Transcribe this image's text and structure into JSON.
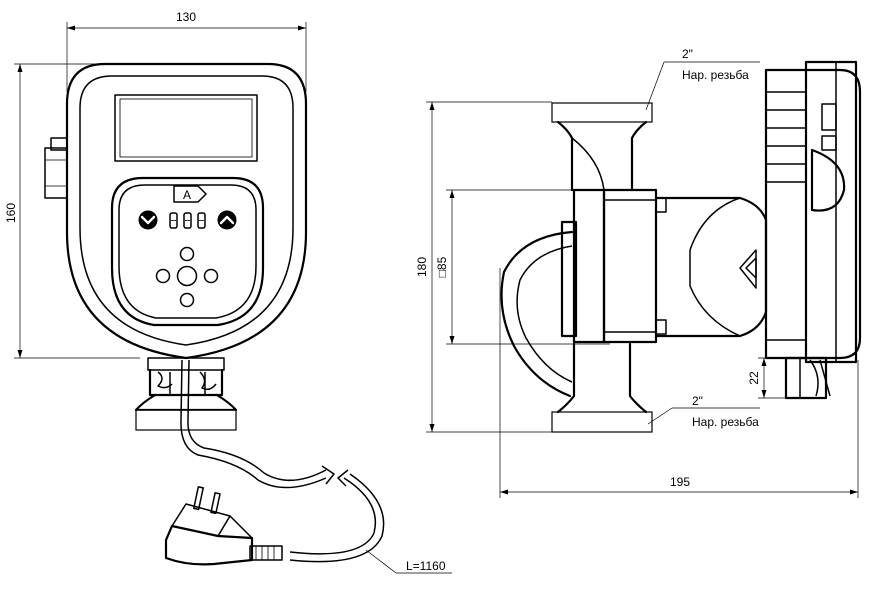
{
  "dimensions": {
    "front_width": "130",
    "front_height": "160",
    "side_height": "180",
    "flange_square": "□85",
    "side_depth": "195",
    "bracket": "22",
    "cable_length": "L=1160"
  },
  "callouts": {
    "top_thread": {
      "size": "2\"",
      "type": "Нар. резьба"
    },
    "bottom_thread": {
      "size": "2\"",
      "type": "Нар. резьба"
    }
  },
  "panel": {
    "mode_button": "A"
  }
}
